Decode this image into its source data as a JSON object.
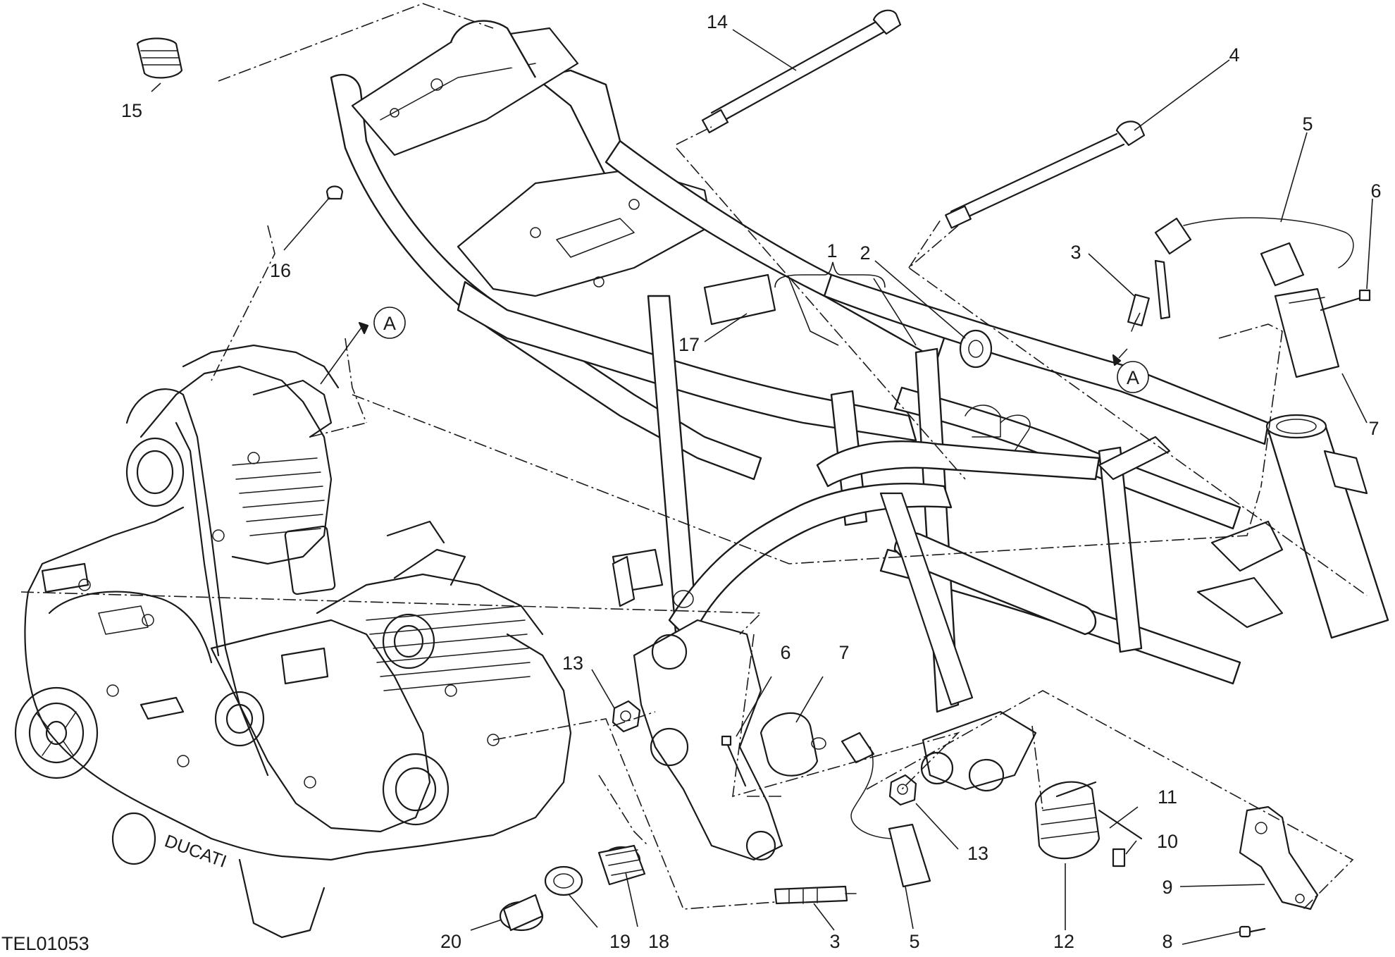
{
  "drawing_code": "TEL01053",
  "ref_marker": "A",
  "labels": {
    "p1": "1",
    "p2": "2",
    "p3a": "3",
    "p3b": "3",
    "p4": "4",
    "p5a": "5",
    "p5b": "5",
    "p6a": "6",
    "p6b": "6",
    "p7a": "7",
    "p7b": "7",
    "p8": "8",
    "p9": "9",
    "p10": "10",
    "p11": "11",
    "p12": "12",
    "p13a": "13",
    "p13b": "13",
    "p14": "14",
    "p15": "15",
    "p16": "16",
    "p17": "17",
    "p18": "18",
    "p19": "19",
    "p20": "20"
  }
}
